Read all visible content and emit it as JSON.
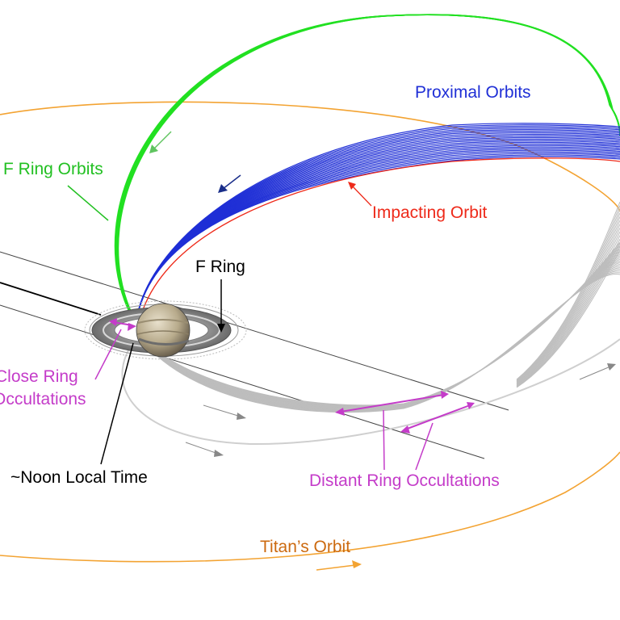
{
  "labels": {
    "proximal_orbits": "Proximal Orbits",
    "f_ring_orbits": "F Ring Orbits",
    "impacting_orbit": "Impacting Orbit",
    "f_ring": "F Ring",
    "close_ring_occultations_line1": "Close Ring",
    "close_ring_occultations_line2": "Occultations",
    "noon_local_time": "~Noon Local Time",
    "distant_ring_occultations": "Distant Ring Occultations",
    "titans_orbit": "Titan’s Orbit"
  },
  "colors": {
    "proximal": "#1f2fd6",
    "f_ring_orbits": "#22e022",
    "impacting": "#ee2a1a",
    "titan": "#f3a332",
    "titan_label": "#cc6a10",
    "occultation": "#c43cc9",
    "gray_orbits": "#bdbdbd",
    "text": "#000000"
  }
}
